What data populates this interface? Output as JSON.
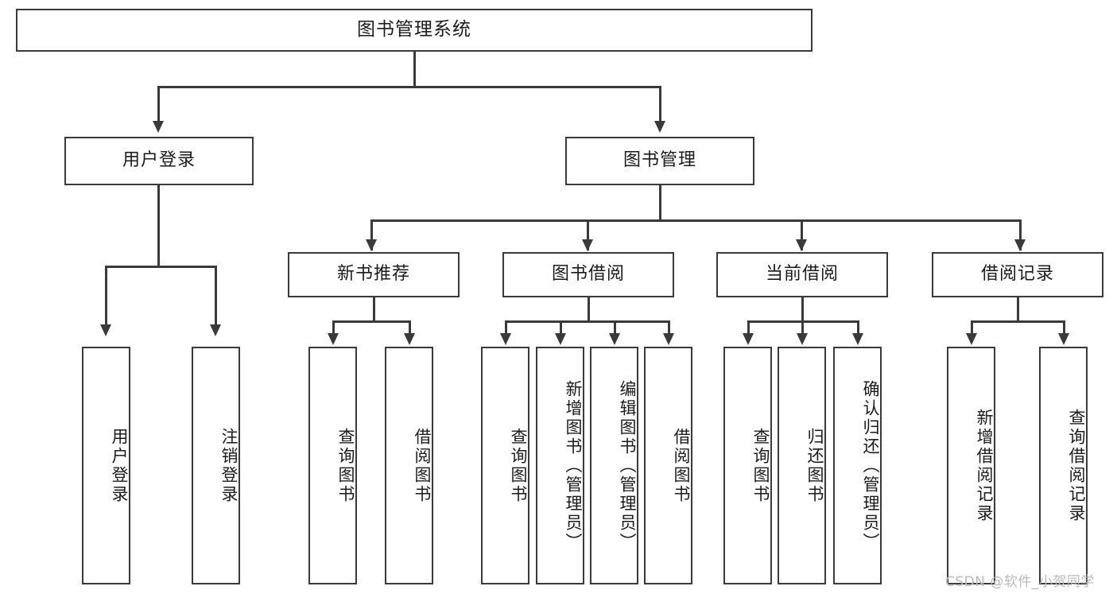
{
  "diagram": {
    "title": "图书管理系统",
    "type": "tree-hierarchy-diagram",
    "root": {
      "label": "图书管理系统"
    },
    "level2": [
      {
        "label": "用户登录"
      },
      {
        "label": "图书管理"
      }
    ],
    "level3": [
      {
        "label": "新书推荐"
      },
      {
        "label": "图书借阅"
      },
      {
        "label": "当前借阅"
      },
      {
        "label": "借阅记录"
      }
    ],
    "leaves": [
      {
        "label": "用户登录"
      },
      {
        "label": "注销登录"
      },
      {
        "label": "查询图书"
      },
      {
        "label": "借阅图书"
      },
      {
        "label": "查询图书"
      },
      {
        "label": "新增图书（管理员）"
      },
      {
        "label": "编辑图书（管理员）"
      },
      {
        "label": "借阅图书"
      },
      {
        "label": "查询图书"
      },
      {
        "label": "归还图书"
      },
      {
        "label": "确认归还（管理员）"
      },
      {
        "label": "新增借阅记录"
      },
      {
        "label": "查询借阅记录"
      }
    ]
  },
  "watermark": {
    "text": "CSDN @软件_小贺同学"
  },
  "colors": {
    "stroke": "#3a3a3a",
    "text": "#1b1b1b",
    "background": "#ffffff",
    "watermark": "#b9b9b9"
  }
}
